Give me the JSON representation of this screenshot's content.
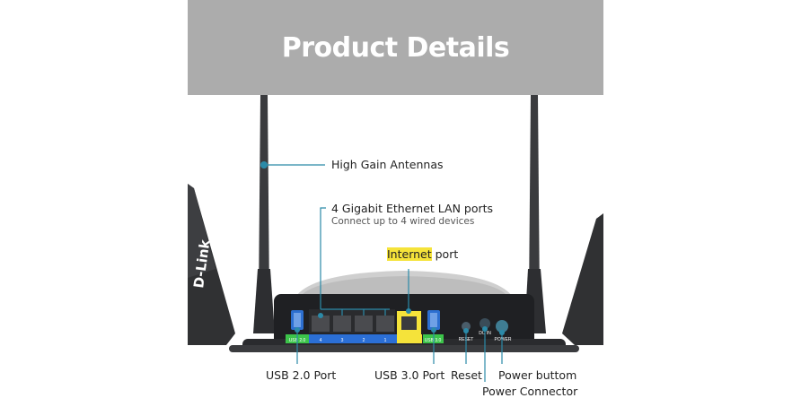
{
  "header": {
    "title": "Product Details"
  },
  "brand": {
    "logo_text": "D-Link"
  },
  "callouts": {
    "antennas": "High Gain Antennas",
    "lan_ports": "4 Gigabit Ethernet LAN ports",
    "lan_ports_sub": "Connect up to 4 wired devices",
    "internet_highlight": "Internet",
    "internet_rest": " port",
    "usb2": "USB 2.0 Port",
    "usb3": "USB 3.0 Port",
    "reset": "Reset",
    "power_button": "Power buttom",
    "power_connector": "Power Connector"
  },
  "port_labels": {
    "usb2_tag": "USB 2.0",
    "lan": [
      "4",
      "3",
      "2",
      "1"
    ],
    "usb3_tag": "USB 3.0",
    "reset": "RESET",
    "dc_in": "DC IN",
    "power": "POWER"
  },
  "colors": {
    "header_bg": "#acacac",
    "leader_line": "#2b8aa8",
    "internet_port": "#f5e33a",
    "usb_tag": "#3cc44a",
    "lan_tag": "#2b6fd6"
  }
}
